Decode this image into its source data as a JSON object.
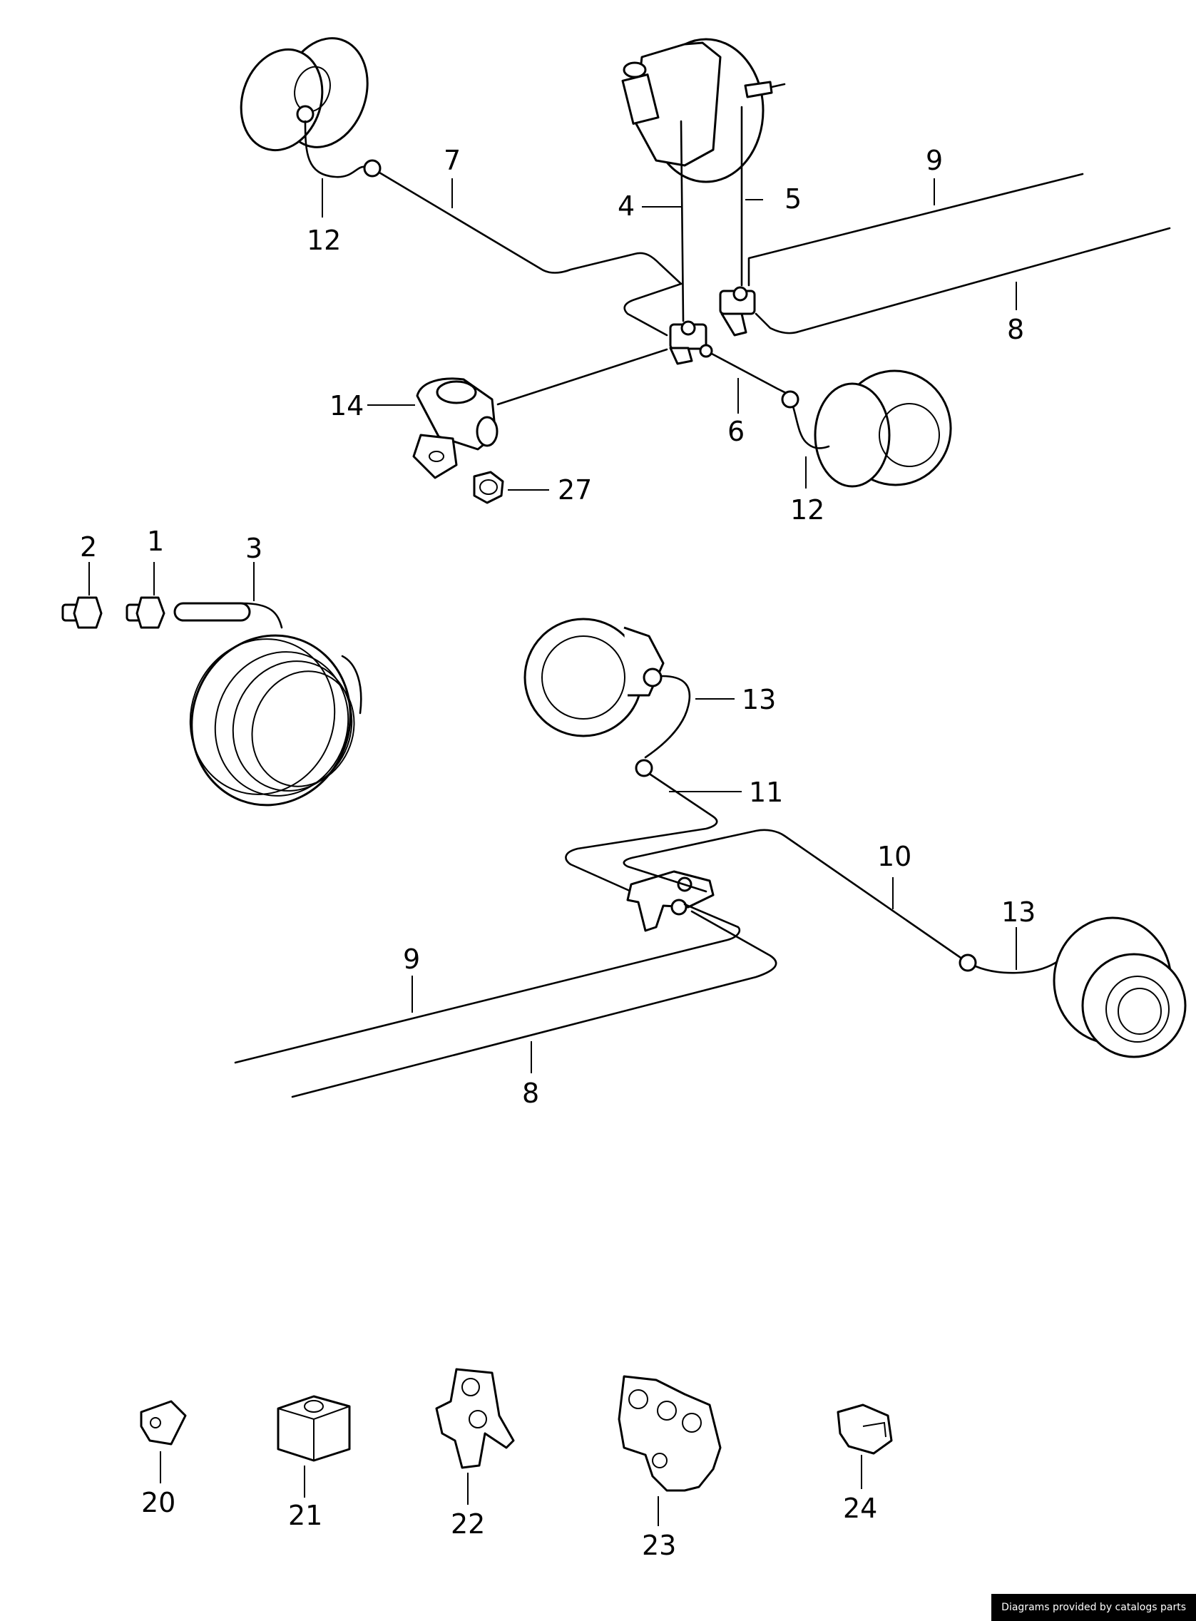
{
  "labels": {
    "l1": "1",
    "l2": "2",
    "l3": "3",
    "l4": "4",
    "l5": "5",
    "l6": "6",
    "l7": "7",
    "l8a": "8",
    "l8b": "8",
    "l9a": "9",
    "l9b": "9",
    "l10": "10",
    "l11": "11",
    "l12a": "12",
    "l12b": "12",
    "l13a": "13",
    "l13b": "13",
    "l14": "14",
    "l20": "20",
    "l21": "21",
    "l22": "22",
    "l23": "23",
    "l24": "24",
    "l27": "27"
  },
  "footer": {
    "credit": "Diagrams provided by catalogs parts"
  }
}
